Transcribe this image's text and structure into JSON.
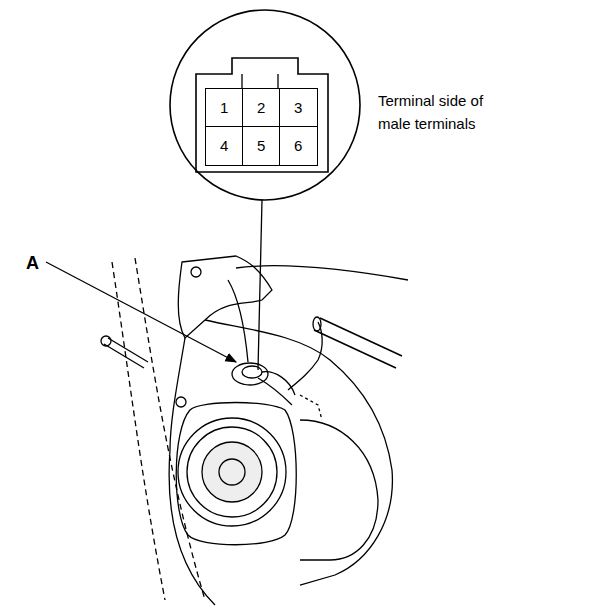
{
  "diagram": {
    "nodes": [
      {
        "text": [
          "1"
        ]
      },
      {
        "text": [
          "2"
        ]
      },
      {
        "text": [
          "3"
        ]
      },
      {
        "text": [
          "4"
        ]
      },
      {
        "text": [
          "5"
        ]
      },
      {
        "text": [
          "6"
        ]
      }
    ],
    "labels": [
      "Terminal side of male terminals",
      "A"
    ]
  }
}
